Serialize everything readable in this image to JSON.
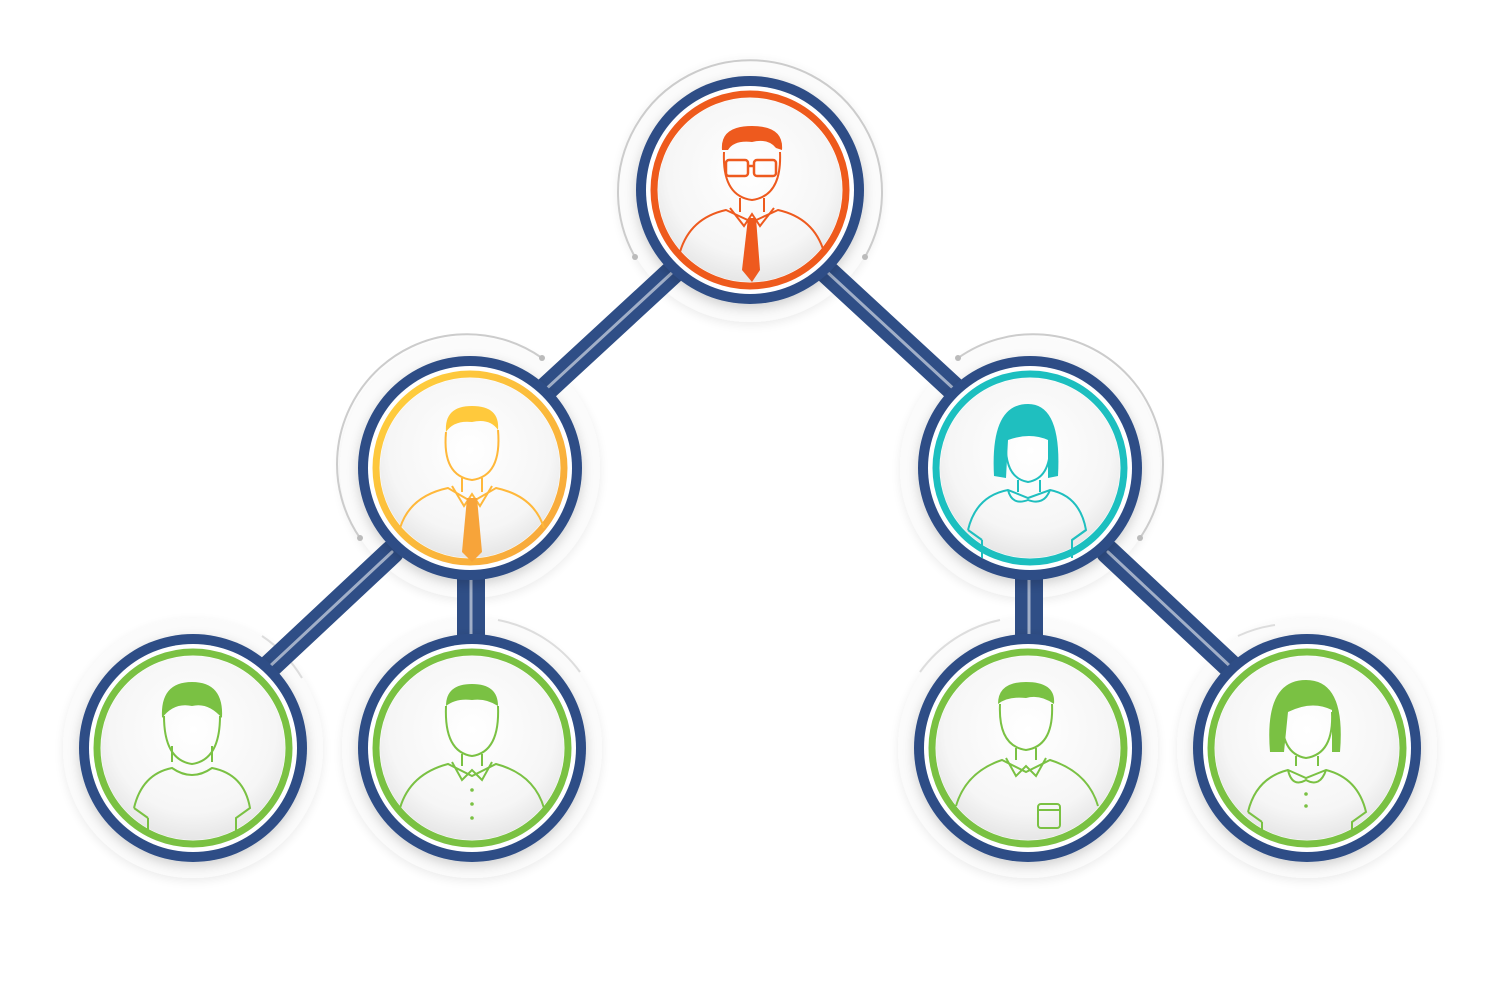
{
  "colors": {
    "navy": "#2F4E86",
    "navy_dark": "#26406f",
    "level0": "#EE5A1E",
    "level1_left_start": "#FFD23C",
    "level1_left_end": "#F7A43A",
    "level1_right": "#1FBFBF",
    "level2": "#7AC143",
    "arc_gray": "#cccccc"
  },
  "nodes": [
    {
      "id": "root",
      "ring_color": "#EE5A1E",
      "ring_color_end": "#EE5A1E",
      "avatar": "man-glasses-tie"
    },
    {
      "id": "mid-left",
      "ring_color": "#FFD23C",
      "ring_color_end": "#F7A43A",
      "avatar": "man-tie"
    },
    {
      "id": "mid-right",
      "ring_color": "#1FBFBF",
      "ring_color_end": "#1FBFBF",
      "avatar": "woman-collar"
    },
    {
      "id": "leaf-1",
      "ring_color": "#7AC143",
      "ring_color_end": "#7AC143",
      "avatar": "woman-tshirt"
    },
    {
      "id": "leaf-2",
      "ring_color": "#7AC143",
      "ring_color_end": "#7AC143",
      "avatar": "man-shirt-buttons"
    },
    {
      "id": "leaf-3",
      "ring_color": "#7AC143",
      "ring_color_end": "#7AC143",
      "avatar": "man-pocket-shirt"
    },
    {
      "id": "leaf-4",
      "ring_color": "#7AC143",
      "ring_color_end": "#7AC143",
      "avatar": "woman-polo"
    }
  ],
  "edges": [
    {
      "from": "root",
      "to": "mid-left"
    },
    {
      "from": "root",
      "to": "mid-right"
    },
    {
      "from": "mid-left",
      "to": "leaf-1"
    },
    {
      "from": "mid-left",
      "to": "leaf-2"
    },
    {
      "from": "mid-right",
      "to": "leaf-3"
    },
    {
      "from": "mid-right",
      "to": "leaf-4"
    }
  ]
}
